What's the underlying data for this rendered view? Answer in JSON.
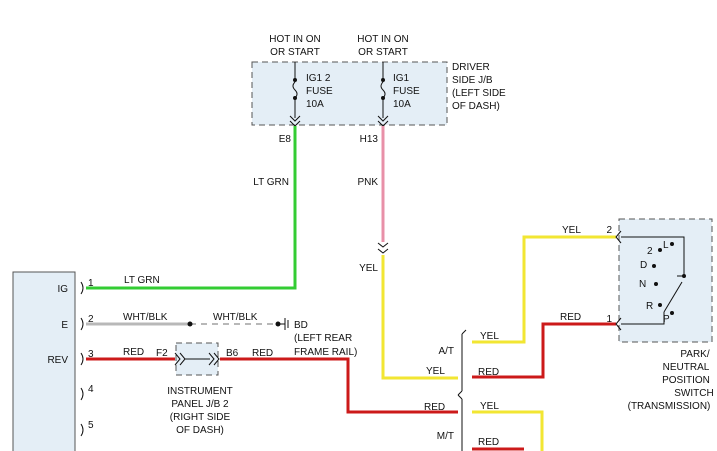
{
  "colors": {
    "lt_grn": "#33cc33",
    "pnk": "#e890a8",
    "yel": "#f2e632",
    "red": "#cc1a1a",
    "wht_blk": "#b8b8b8",
    "box_fill": "#e4eef6"
  },
  "driver_jb": {
    "hot1": [
      "HOT IN ON",
      "OR START"
    ],
    "hot2": [
      "HOT IN ON",
      "OR START"
    ],
    "fuse1": [
      "IG1 2",
      "FUSE",
      "10A"
    ],
    "fuse2": [
      "IG1",
      "FUSE",
      "10A"
    ],
    "label": [
      "DRIVER",
      "SIDE J/B",
      "(LEFT SIDE",
      "OF DASH)"
    ],
    "pin1": "E8",
    "pin2": "H13"
  },
  "wires": {
    "lt_grn_vertical": "LT GRN",
    "pnk": "PNK",
    "yel_vertical": "YEL",
    "lt_grn_to_ig": "LT GRN",
    "wht_blk_1": "WHT/BLK",
    "wht_blk_2": "WHT/BLK",
    "red_rev": "RED",
    "red_after_b6": "RED",
    "yel_top": "YEL",
    "red_switch": "RED",
    "yel_at": "YEL",
    "red_at": "RED",
    "yel_bottom_left": "YEL",
    "red_bottom_left": "RED",
    "yel_mt": "YEL",
    "red_mt": "RED"
  },
  "ecu": {
    "pins": [
      {
        "num": "1",
        "label": "IG"
      },
      {
        "num": "2",
        "label": "E"
      },
      {
        "num": "3",
        "label": "REV"
      },
      {
        "num": "4",
        "label": ""
      },
      {
        "num": "5",
        "label": ""
      }
    ]
  },
  "ground": {
    "label": [
      "BD",
      "(LEFT REAR",
      "FRAME RAIL)"
    ]
  },
  "instrument_jb": {
    "pin_in": "F2",
    "pin_out": "B6",
    "label": [
      "INSTRUMENT",
      "PANEL J/B 2",
      "(RIGHT SIDE",
      "OF DASH)"
    ]
  },
  "variant": {
    "at": "A/T",
    "mt": "M/T"
  },
  "switch": {
    "pin_top": "2",
    "pin_bottom": "1",
    "positions": [
      "L",
      "2",
      "D",
      "N",
      "R",
      "P"
    ],
    "label": [
      "PARK/",
      "NEUTRAL",
      "POSITION",
      "SWITCH",
      "(TRANSMISSION)"
    ]
  }
}
